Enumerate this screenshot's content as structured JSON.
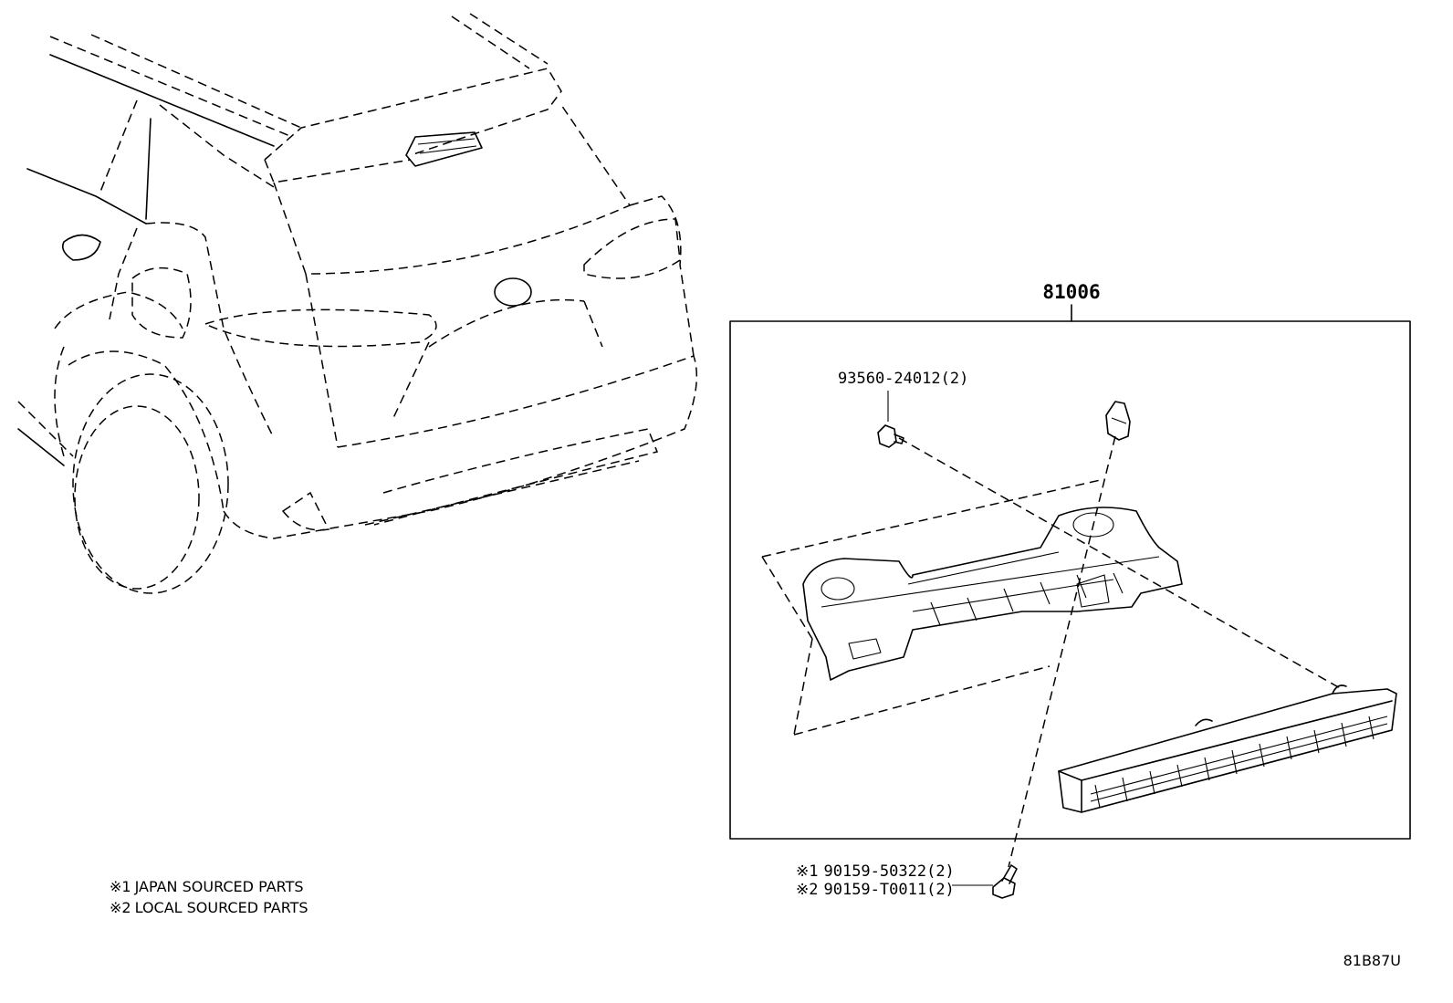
{
  "assembly": {
    "part_number": "81006"
  },
  "parts": {
    "screw_a": {
      "part_number": "93560-24012",
      "qty": "(2)"
    },
    "bolt_japan": {
      "mark": "※1",
      "part_number": "90159-50322",
      "qty": "(2)"
    },
    "bolt_local": {
      "mark": "※2",
      "part_number": "90159-T0011",
      "qty": "(2)"
    }
  },
  "legend": [
    {
      "mark": "※1",
      "text": "JAPAN SOURCED PARTS"
    },
    {
      "mark": "※2",
      "text": "LOCAL SOURCED PARTS"
    }
  ],
  "figure_code": "81B87U"
}
